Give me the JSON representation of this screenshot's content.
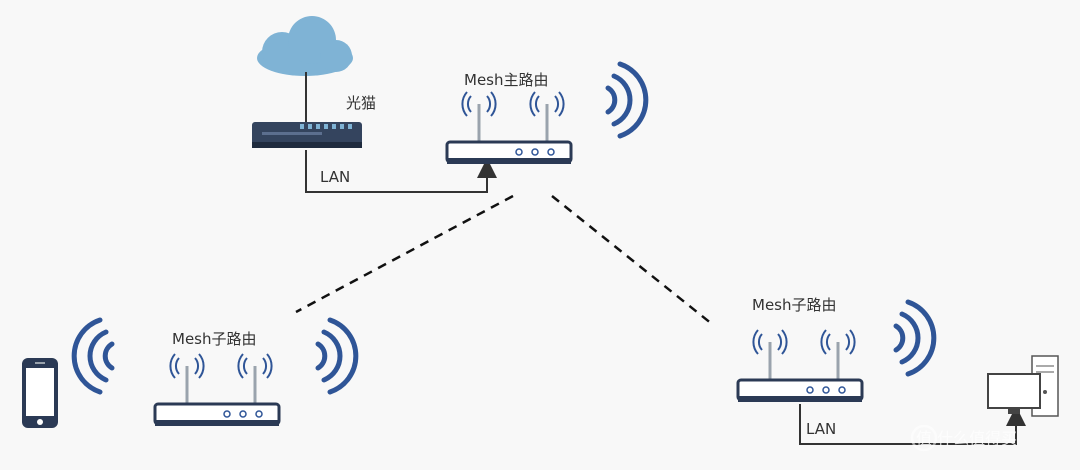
{
  "labels": {
    "modem": "光猫",
    "main_router": "Mesh主路由",
    "sub_router_left": "Mesh子路由",
    "sub_router_right": "Mesh子路由",
    "lan_top": "LAN",
    "lan_bottom": "LAN",
    "watermark": "值 什么值得买"
  },
  "colors": {
    "line": "#333333",
    "signal": "#2f5597",
    "cloud": "#7fb3d5",
    "router_body": "#ffffff",
    "router_border": "#2b3a55",
    "modem_body": "#34445e",
    "dashed_link": "#111111"
  },
  "icons": [
    "cloud-icon",
    "modem-icon",
    "router-icon",
    "wifi-signal-icon",
    "phone-icon",
    "desktop-computer-icon",
    "watermark-logo-icon"
  ]
}
